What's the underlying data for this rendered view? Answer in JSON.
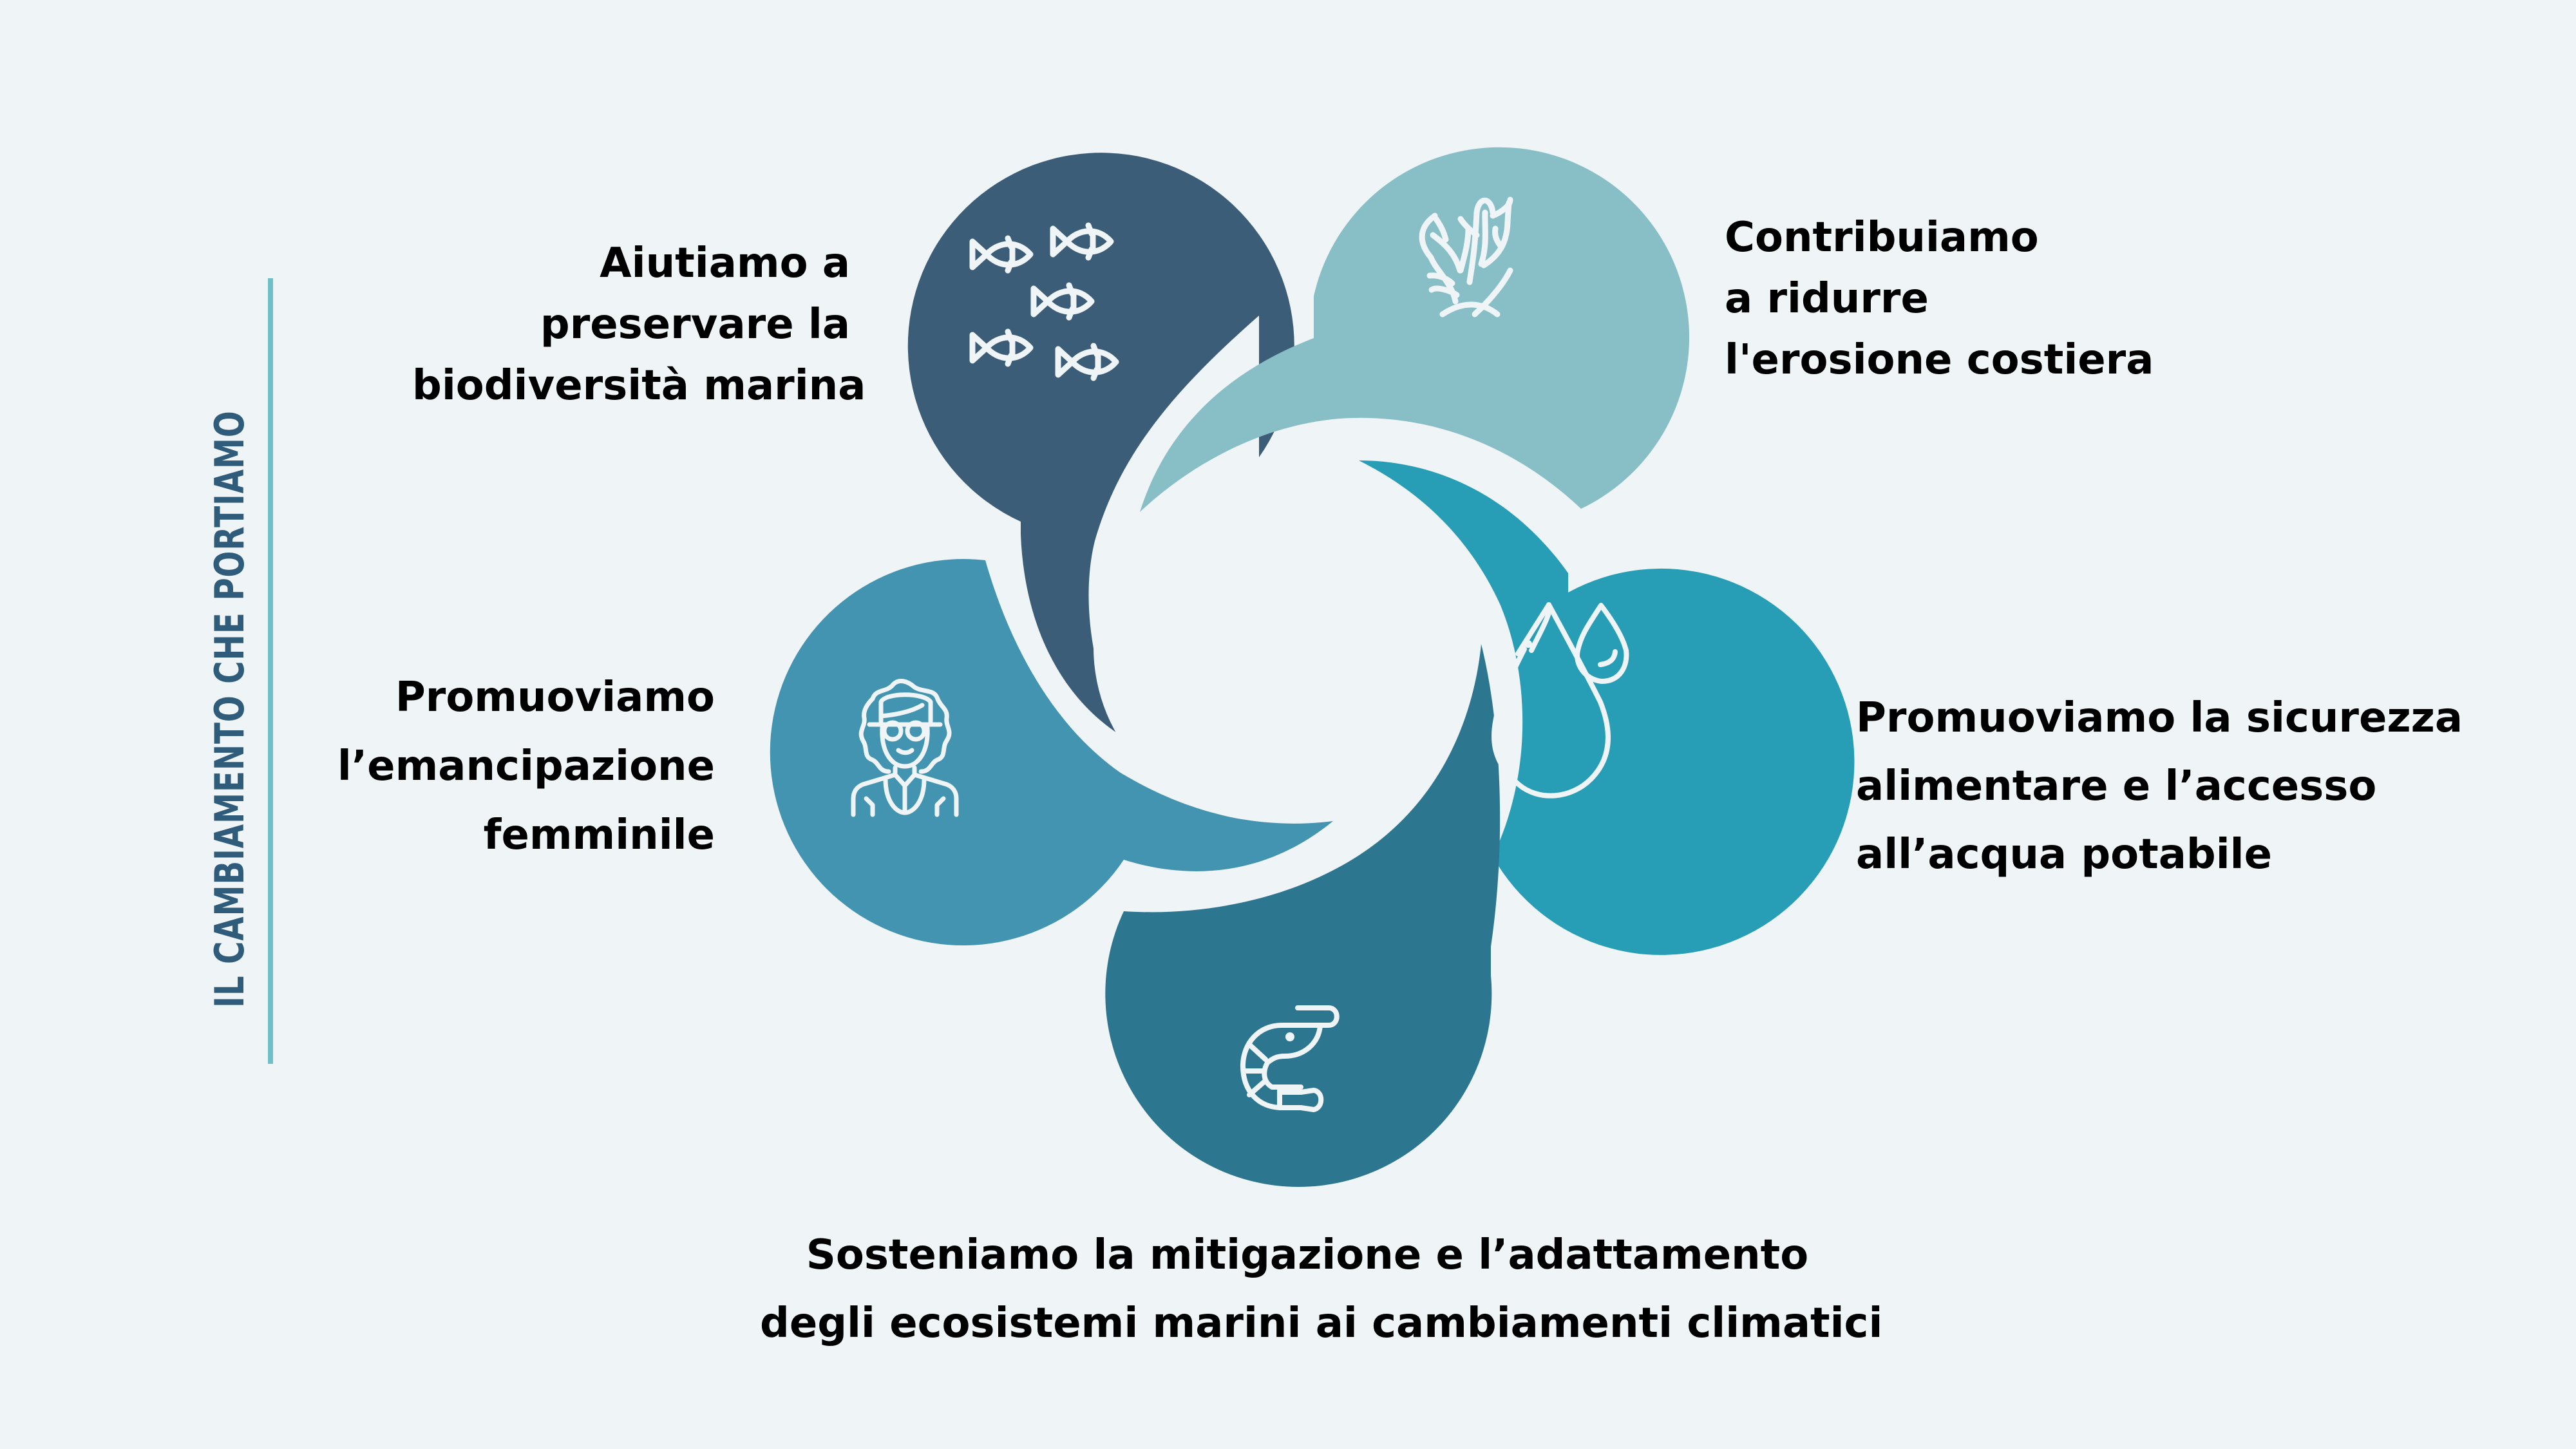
{
  "title": "IL CAMBIAMENTO CHE PORTIAMO",
  "colors": {
    "background": "#EFF4F7",
    "title": "#2F5C7A",
    "title_rule": "#6FBFC8",
    "icon_stroke": "#EFF4F7",
    "text": "#000000"
  },
  "items": [
    {
      "id": "biodiversity",
      "icon": "fish-school-icon",
      "color": "#3C5D78",
      "lines": [
        "Aiutiamo a",
        "preservare la",
        "biodiversità marina"
      ]
    },
    {
      "id": "coastal-erosion",
      "icon": "coral-icon",
      "color": "#88BFC7",
      "lines": [
        "Contribuiamo",
        "a ridurre",
        "l'erosione costiera"
      ]
    },
    {
      "id": "food-water",
      "icon": "water-drops-icon",
      "color": "#279DB6",
      "lines": [
        "Promuoviamo la sicurezza",
        "alimentare e l’accesso",
        "all’acqua potabile"
      ]
    },
    {
      "id": "climate",
      "icon": "shrimp-icon",
      "color": "#2D7690",
      "lines": [
        "Sosteniamo la mitigazione e l’adattamento",
        "degli ecosistemi marini ai cambiamenti climatici"
      ]
    },
    {
      "id": "women",
      "icon": "woman-avatar-icon",
      "color": "#4394B0",
      "lines": [
        "Promuoviamo",
        "l’emancipazione",
        "femminile"
      ]
    }
  ]
}
